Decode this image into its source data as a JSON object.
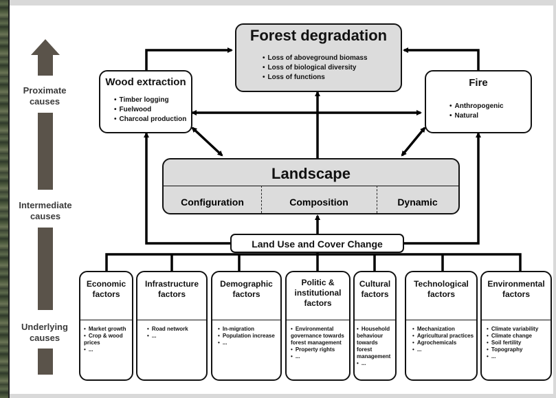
{
  "side_labels": {
    "proximate": [
      "Proximate",
      "causes"
    ],
    "intermediate": [
      "Intermediate",
      "causes"
    ],
    "underlying": [
      "Underlying",
      "causes"
    ]
  },
  "forest": {
    "title": "Forest degradation",
    "items": [
      "Loss of aboveground biomass",
      "Loss of biological diversity",
      "Loss of functions"
    ]
  },
  "wood": {
    "title": "Wood extraction",
    "items": [
      "Timber logging",
      "Fuelwood",
      "Charcoal production"
    ]
  },
  "fire": {
    "title": "Fire",
    "items": [
      "Anthropogenic",
      "Natural"
    ]
  },
  "landscape": {
    "title": "Landscape",
    "parts": [
      "Configuration",
      "Composition",
      "Dynamic"
    ]
  },
  "lucc": {
    "title": "Land Use and Cover Change"
  },
  "factors": [
    {
      "title": [
        "Economic",
        "factors"
      ],
      "items": [
        "Market growth",
        "Crop & wood prices",
        "..."
      ]
    },
    {
      "title": [
        "Infrastructure",
        "factors"
      ],
      "items": [
        "Road network",
        "..."
      ]
    },
    {
      "title": [
        "Demographic",
        "factors"
      ],
      "items": [
        "In-migration",
        "Population increase",
        "..."
      ]
    },
    {
      "title": [
        "Politic &",
        "institutional",
        "factors"
      ],
      "items": [
        "Environmental governance towards forest management",
        "Property rights",
        "..."
      ]
    },
    {
      "title": [
        "Cultural",
        "factors"
      ],
      "items": [
        "Household behaviour towards forest management",
        "..."
      ]
    },
    {
      "title": [
        "Technological",
        "factors"
      ],
      "items": [
        "Mechanization",
        "Agricultural practices",
        "Agrochemicals",
        "..."
      ]
    },
    {
      "title": [
        "Environmental",
        "factors"
      ],
      "items": [
        "Climate variability",
        "Climate change",
        "Soil fertility",
        "Topography",
        "..."
      ]
    }
  ]
}
